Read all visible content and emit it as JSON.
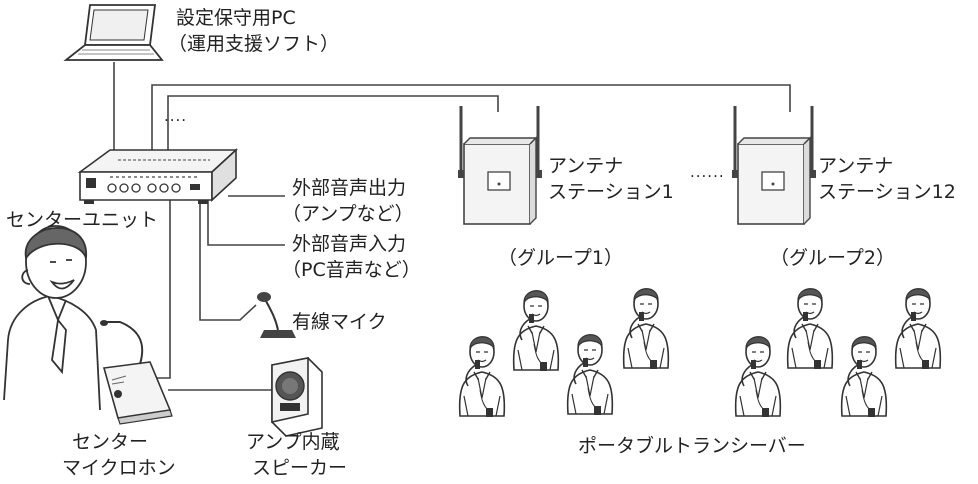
{
  "labels": {
    "pc_line1": "設定保守用PC",
    "pc_line2": "（運用支援ソフト）",
    "center_unit": "センターユニット",
    "ext_out_line1": "外部音声出力",
    "ext_out_line2": "（アンプなど）",
    "ext_in_line1": "外部音声入力",
    "ext_in_line2": "（PC音声など）",
    "wired_mic": "有線マイク",
    "antenna1_line1": "アンテナ",
    "antenna1_line2": "ステーション1",
    "antenna12_line1": "アンテナ",
    "antenna12_line2": "ステーション12",
    "dots_left": "....",
    "dots_mid": "......",
    "group1": "（グループ1）",
    "group2": "（グループ2）",
    "center_mic_line1": "センター",
    "center_mic_line2": "マイクロホン",
    "speaker_line1": "アンプ内蔵",
    "speaker_line2": "スピーカー",
    "transceiver": "ポータブルトランシーバー"
  },
  "colors": {
    "line": "#444444",
    "device_fill": "#f4f4f4",
    "text": "#222222"
  },
  "icons": [
    "laptop-icon",
    "center-unit-icon",
    "antenna-station-icon",
    "desk-microphone-icon",
    "wired-microphone-icon",
    "speaker-icon",
    "operator-person-icon",
    "transceiver-user-icon"
  ]
}
